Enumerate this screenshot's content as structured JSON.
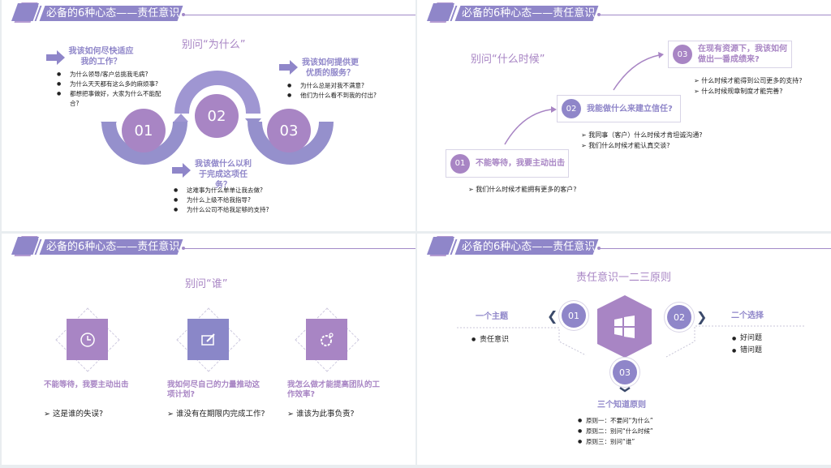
{
  "header_title": "必备的6种心态——责任意识",
  "slide1": {
    "subtitle": "别问“为什么”",
    "q1": "我该如何尽快适应我的工作？",
    "q1_items": [
      "为什么领导/客户总挑我毛病?",
      "为什么天天都有这么多的麻烦事?",
      "都想把事做好，大家为什么不能配合?"
    ],
    "q2": "我该做什么以利于完成这项任务？",
    "q2_items": [
      "这难事为什么单单让我去做?",
      "为什么上级不给我指导?",
      "为什么公司不给我足够的支持?"
    ],
    "q3": "我该如何提供更优质的服务？",
    "q3_items": [
      "为什么总是对我不满意?",
      "他们为什么看不到我的付出?"
    ],
    "nums": [
      "01",
      "02",
      "03"
    ]
  },
  "slide2": {
    "subtitle": "别问“什么时候”",
    "steps": [
      {
        "num": "01",
        "text": "不能等待，我要主动出击",
        "items": [
          "我们什么时候才能拥有更多的客户?"
        ]
      },
      {
        "num": "02",
        "text": "我能做什么来建立信任?",
        "items": [
          "我同事（客户）什么时候才肯坦诚沟通?",
          "我们什么时候才能认真交谈?"
        ]
      },
      {
        "num": "03",
        "text": "在现有资源下，我该如何做出一番成绩来?",
        "items": [
          "什么时候才能得到公司更多的支持?",
          "什么时候规章制度才能完善?"
        ]
      }
    ]
  },
  "slide3": {
    "subtitle": "别问“谁”",
    "cards": [
      {
        "icon": "clock-icon",
        "color": "#a885c4",
        "title": "不能等待，我要主动出击",
        "item": "这是谁的失误?"
      },
      {
        "icon": "edit-icon",
        "color": "#8a87c8",
        "title": "我如何尽自己的力量推动这项计划?",
        "item": "谁没有在期限内完成工作?"
      },
      {
        "icon": "gear-icon",
        "color": "#a885c4",
        "title": "我怎么做才能提高团队的工作效率?",
        "item": "谁该为此事负责?"
      }
    ]
  },
  "slide4": {
    "subtitle": "责任意识一二三原则",
    "left": {
      "num": "01",
      "title": "一个主题",
      "items": [
        "责任意识"
      ]
    },
    "right": {
      "num": "02",
      "title": "二个选择",
      "items": [
        "好问题",
        "错问题"
      ]
    },
    "bottom": {
      "num": "03",
      "title": "三个知道原则",
      "items": [
        "原则一：不要问“为什么”",
        "原则二：别问“什么时候”",
        "原则三：别问“谁”"
      ]
    }
  },
  "colors": {
    "purple": "#a885c4",
    "violet": "#8f86c9"
  }
}
